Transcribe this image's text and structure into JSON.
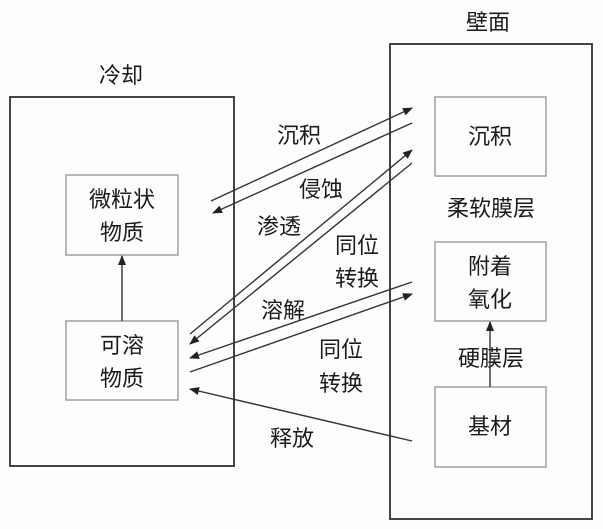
{
  "groups": {
    "cooling": {
      "title": "冷却",
      "nodes": {
        "particulate": {
          "lines": [
            "微粒状",
            "物质"
          ]
        },
        "soluble": {
          "lines": [
            "可溶",
            "物质"
          ]
        }
      }
    },
    "wall": {
      "title": "壁面",
      "nodes": {
        "deposition": {
          "lines": [
            "沉积"
          ]
        },
        "attached_oxidation": {
          "lines": [
            "附着",
            "氧化"
          ]
        },
        "substrate": {
          "lines": [
            "基材"
          ]
        }
      },
      "layers": {
        "soft_film": "柔软膜层",
        "hard_film": "硬膜层"
      }
    }
  },
  "edges": [
    {
      "id": "deposition",
      "from": "particulate",
      "to": "wall",
      "label": [
        "沉积"
      ]
    },
    {
      "id": "erosion",
      "from": "wall",
      "to": "particulate",
      "label": [
        "侵蚀"
      ]
    },
    {
      "id": "permeation",
      "from": "soluble",
      "to": "wall",
      "label": [
        "渗透"
      ]
    },
    {
      "id": "isotope-exchange-1",
      "from": "wall",
      "to": "soluble",
      "label": [
        "同位",
        "转换"
      ]
    },
    {
      "id": "dissolution",
      "from": "attached_oxidation",
      "to": "soluble",
      "label": [
        "溶解"
      ]
    },
    {
      "id": "isotope-exchange-2",
      "from": "soluble",
      "to": "attached_oxidation",
      "label": [
        "同位",
        "转换"
      ]
    },
    {
      "id": "release",
      "from": "substrate",
      "to": "soluble",
      "label": [
        "释放"
      ]
    },
    {
      "id": "precipitation",
      "from": "soluble",
      "to": "particulate",
      "label": []
    },
    {
      "id": "oxidation",
      "from": "substrate",
      "to": "attached_oxidation",
      "label": []
    }
  ]
}
